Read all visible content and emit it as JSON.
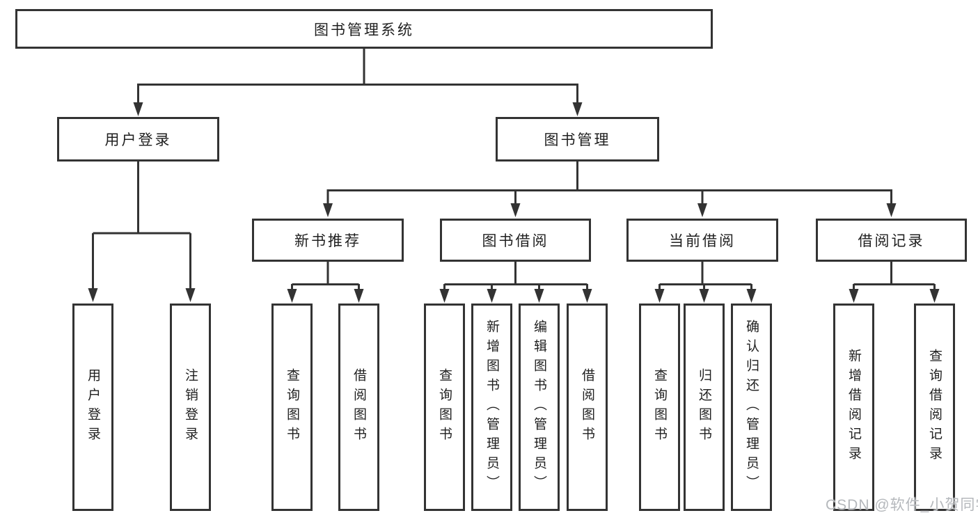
{
  "diagram": {
    "root": {
      "label": "图书管理系统"
    },
    "branches": [
      {
        "label": "用户登录",
        "children": [
          {
            "label": "用户登录"
          },
          {
            "label": "注销登录"
          }
        ]
      },
      {
        "label": "图书管理",
        "sections": [
          {
            "label": "新书推荐",
            "children": [
              {
                "label": "查询图书"
              },
              {
                "label": "借阅图书"
              }
            ]
          },
          {
            "label": "图书借阅",
            "children": [
              {
                "label": "查询图书"
              },
              {
                "label": "新增图书（管理员）"
              },
              {
                "label": "编辑图书（管理员）"
              },
              {
                "label": "借阅图书"
              }
            ]
          },
          {
            "label": "当前借阅",
            "children": [
              {
                "label": "查询图书"
              },
              {
                "label": "归还图书"
              },
              {
                "label": "确认归还（管理员）"
              }
            ]
          },
          {
            "label": "借阅记录",
            "children": [
              {
                "label": "新增借阅记录"
              },
              {
                "label": "查询借阅记录"
              }
            ]
          }
        ]
      }
    ]
  },
  "watermark": {
    "text": "CSDN @软件_小贺同学"
  },
  "colors": {
    "line": "#333333",
    "box_border": "#333333",
    "box_fill": "#ffffff",
    "text": "#1f1f1f",
    "watermark": "#b5b8bc",
    "background": "#ffffff"
  }
}
